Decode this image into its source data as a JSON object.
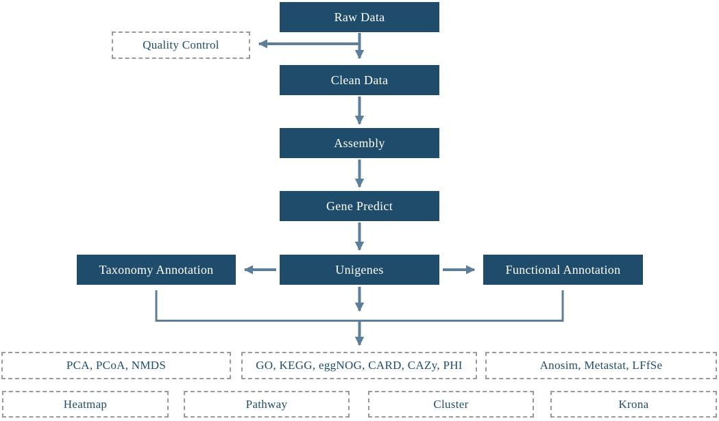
{
  "colors": {
    "node_fill": "#1F4C6B",
    "node_text": "#FFFFFF",
    "dashed_border": "#999999",
    "dashed_text": "#1F4C6B",
    "arrow": "#5B7E9A",
    "background": "#FFFFFF"
  },
  "flow": {
    "raw_data": "Raw Data",
    "quality_control": "Quality Control",
    "clean_data": "Clean Data",
    "assembly": "Assembly",
    "gene_predict": "Gene Predict",
    "unigenes": "Unigenes",
    "taxonomy_annotation": "Taxonomy Annotation",
    "functional_annotation": "Functional Annotation"
  },
  "analysis": {
    "row1": [
      {
        "label": "PCA, PCoA, NMDS"
      },
      {
        "label": "GO, KEGG, eggNOG, CARD, CAZy, PHI"
      },
      {
        "label": "Anosim, Metastat, LFfSe"
      }
    ],
    "row2": [
      {
        "label": "Heatmap"
      },
      {
        "label": "Pathway"
      },
      {
        "label": "Cluster"
      },
      {
        "label": "Krona"
      }
    ]
  }
}
